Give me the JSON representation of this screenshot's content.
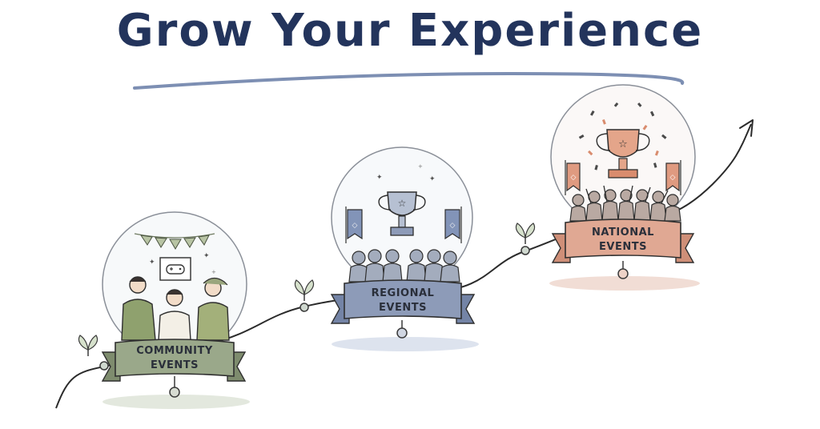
{
  "title": "Grow Your Experience",
  "stages": [
    {
      "line1": "COMMUNITY",
      "line2": "EVENTS",
      "color": "#9aa88a"
    },
    {
      "line1": "REGIONAL",
      "line2": "EVENTS",
      "color": "#8d9bb8"
    },
    {
      "line1": "NATIONAL",
      "line2": "EVENTS",
      "color": "#e0a893"
    }
  ],
  "colors": {
    "title": "#23345c",
    "underline": "#7d8fb3",
    "line": "#2b2b2b",
    "gold": "#c8a46a",
    "silver": "#9aa5b8",
    "bronze": "#d98c6e"
  }
}
